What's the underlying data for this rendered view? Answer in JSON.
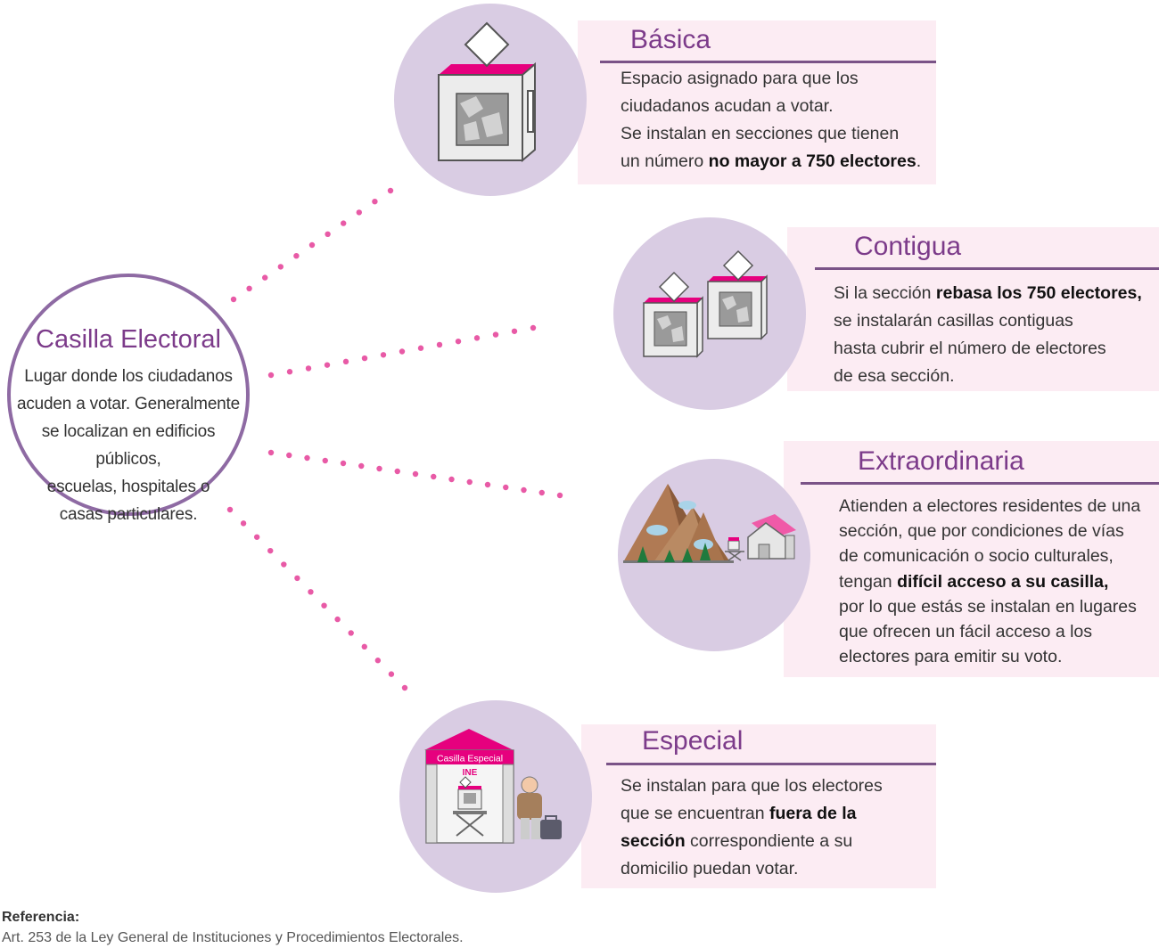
{
  "main": {
    "title": "Casilla Electoral",
    "description_lines": [
      "Lugar donde los ciudadanos",
      "acuden a votar. Generalmente",
      "se localizan en edificios públicos,",
      "escuelas, hospitales o",
      "casas particulares."
    ]
  },
  "types": {
    "basica": {
      "title": "Básica",
      "line1": "Espacio asignado para que los",
      "line2": "ciudadanos acudan a votar.",
      "line3": "Se instalan en secciones que tienen",
      "line4_pre": "un número ",
      "line4_bold": "no mayor a 750 electores",
      "line4_post": "."
    },
    "contigua": {
      "title": "Contigua",
      "line1_pre": "Si la sección ",
      "line1_bold": "rebasa los 750 electores,",
      "line2": "se instalarán casillas contiguas",
      "line3": "hasta cubrir el número de electores",
      "line4": "de esa sección."
    },
    "extraordinaria": {
      "title": "Extraordinaria",
      "line1": "Atienden a electores residentes de una",
      "line2": "sección, que por condiciones de vías",
      "line3": "de comunicación o socio culturales,",
      "line4_pre": "tengan ",
      "line4_bold": "difícil acceso a su casilla,",
      "line5": "por lo que estás se instalan en lugares",
      "line6": "que ofrecen un fácil acceso a los",
      "line7": "electores para emitir su voto."
    },
    "especial": {
      "title": "Especial",
      "line1": "Se instalan para que los electores",
      "line2_pre": "que se encuentran ",
      "line2_bold": "fuera de la",
      "line3_bold": "sección",
      "line3_post": " correspondiente a su",
      "line4": "domicilio puedan votar.",
      "booth_sign": "Casilla Especial",
      "booth_logo": "INE"
    }
  },
  "reference": {
    "label": "Referencia:",
    "text": "Art. 253 de la Ley General de Instituciones y Procedimientos Electorales."
  },
  "colors": {
    "accent_purple": "#7c3b8a",
    "circle_fill": "#d9cce3",
    "panel_fill": "#fcecf3",
    "dots_pink": "#e85aa6",
    "magenta": "#e6007e"
  }
}
